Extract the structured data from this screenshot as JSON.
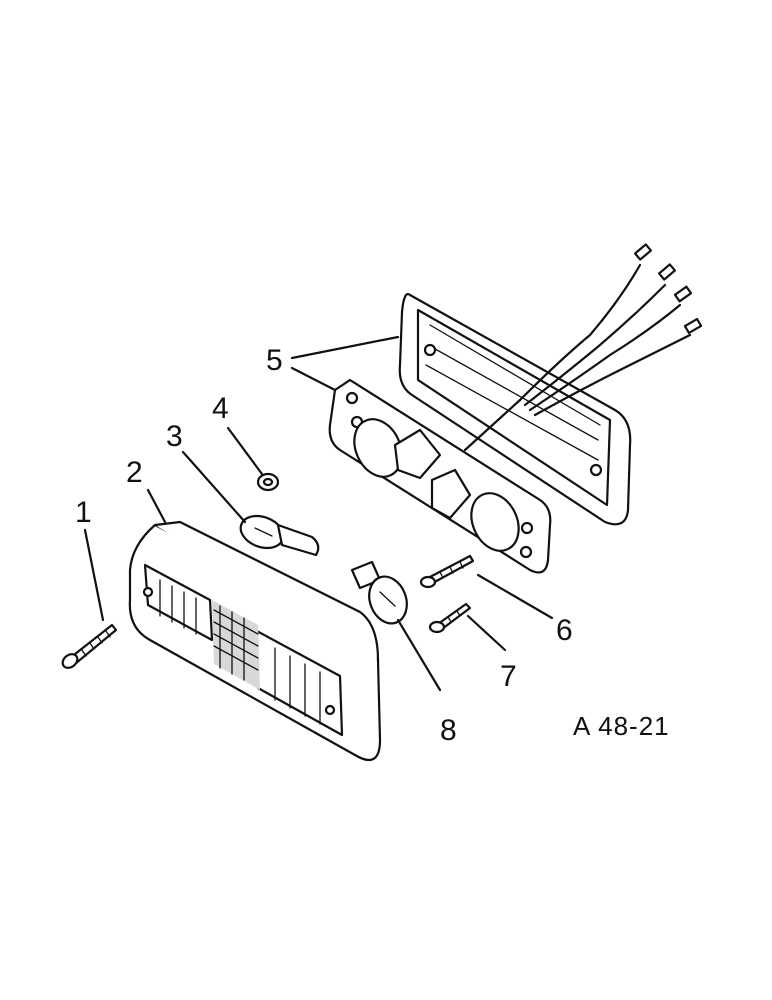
{
  "diagram": {
    "figure_id": "A 48-21",
    "callouts": [
      {
        "id": "1",
        "label": "1",
        "part": "screw"
      },
      {
        "id": "2",
        "label": "2",
        "part": "lens"
      },
      {
        "id": "3",
        "label": "3",
        "part": "bulb"
      },
      {
        "id": "4",
        "label": "4",
        "part": "nut"
      },
      {
        "id": "5",
        "label": "5",
        "part": "lamp-housing"
      },
      {
        "id": "6",
        "label": "6",
        "part": "screw"
      },
      {
        "id": "7",
        "label": "7",
        "part": "screw"
      },
      {
        "id": "8",
        "label": "8",
        "part": "bulb"
      }
    ]
  }
}
